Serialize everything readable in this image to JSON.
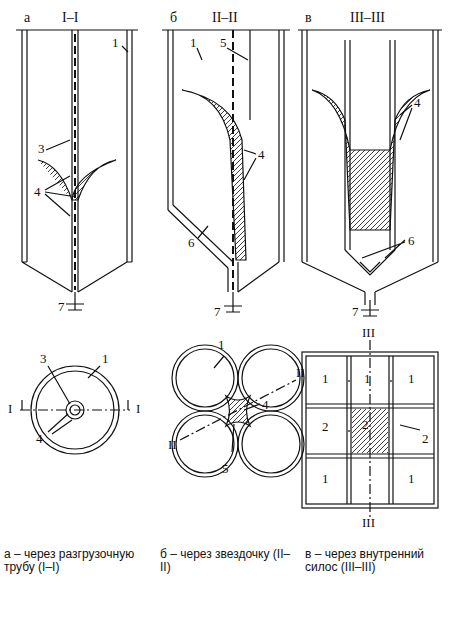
{
  "diagram": {
    "labels": [
      "а",
      "I–I",
      "б",
      "II–II",
      "в",
      "III–III",
      "1",
      "3",
      "4",
      "7",
      "1",
      "5",
      "4",
      "6",
      "7",
      "4",
      "6",
      "7",
      "3",
      "1",
      "4",
      "I",
      "I",
      "1",
      "4",
      "5",
      "II",
      "II",
      "III",
      "1",
      "1",
      "1",
      "2",
      "2",
      "1",
      "1",
      "2",
      "III",
      "а – через разгрузочную трубу (I–I)",
      "б – через звездочку (II–II)",
      "в – через внутренний силос (III–III)"
    ]
  }
}
